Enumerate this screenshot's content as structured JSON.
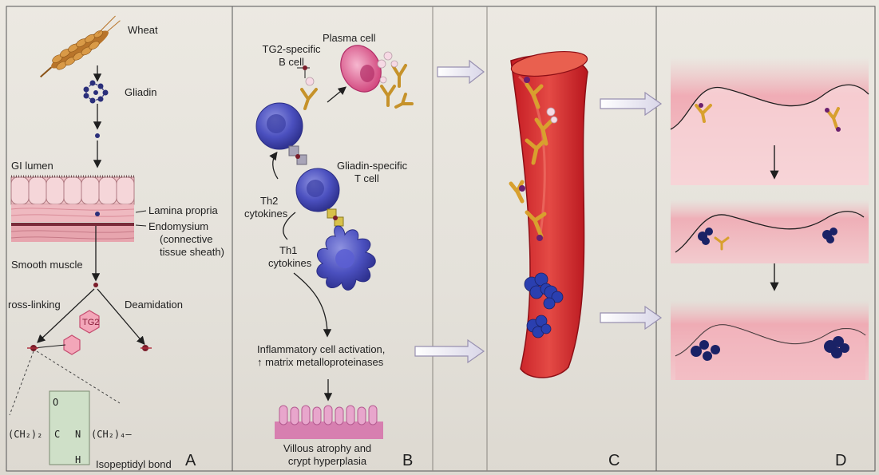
{
  "panel_a": {
    "wheat": "Wheat",
    "gliadin": "Gliadin",
    "gi_lumen": "GI lumen",
    "lamina_propria": "Lamina propria",
    "endomysium": "Endomysium",
    "connective_1": "(connective",
    "connective_2": "tissue sheath)",
    "smooth_muscle": "Smooth muscle",
    "cross_linking": "ross-linking",
    "deamidation": "Deamidation",
    "tg2": "TG2",
    "chem_left": "(CH₂)₂",
    "chem_c": "C",
    "chem_n": "N",
    "chem_right": "(CH₂)₄–",
    "chem_o": "O",
    "chem_h": "H",
    "isopeptidyl": "Isopeptidyl bond",
    "letter": "A"
  },
  "panel_b": {
    "plasma_cell": "Plasma cell",
    "tg2_b_1": "TG2-specific",
    "tg2_b_2": "B cell",
    "gliadin_t_1": "Gliadin-specific",
    "gliadin_t_2": "T cell",
    "th2_1": "Th2",
    "th2_2": "cytokines",
    "th1_1": "Th1",
    "th1_2": "cytokines",
    "inflam_1": "Inflammatory cell activation,",
    "inflam_2": "↑ matrix metalloproteinases",
    "villous_1": "Villous atrophy and",
    "villous_2": "crypt hyperplasia",
    "letter": "B"
  },
  "panel_c": {
    "letter": "C"
  },
  "panel_d": {
    "letter": "D"
  },
  "colors": {
    "vessel": "#d8262b",
    "cell_blue": "#3b3fae",
    "ab_yellow": "#d9a735",
    "plasma_pink": "#d8588a",
    "tissue_pink": "#f2a7b2",
    "tg2_pink": "#ee8fa3"
  },
  "icons": [
    "wheat-icon",
    "gliadin-molecule-icon",
    "b-cell-icon",
    "t-cell-icon",
    "dendritic-cell-icon",
    "plasma-cell-icon",
    "antibody-icon",
    "blood-vessel-icon",
    "arrow-icon"
  ]
}
